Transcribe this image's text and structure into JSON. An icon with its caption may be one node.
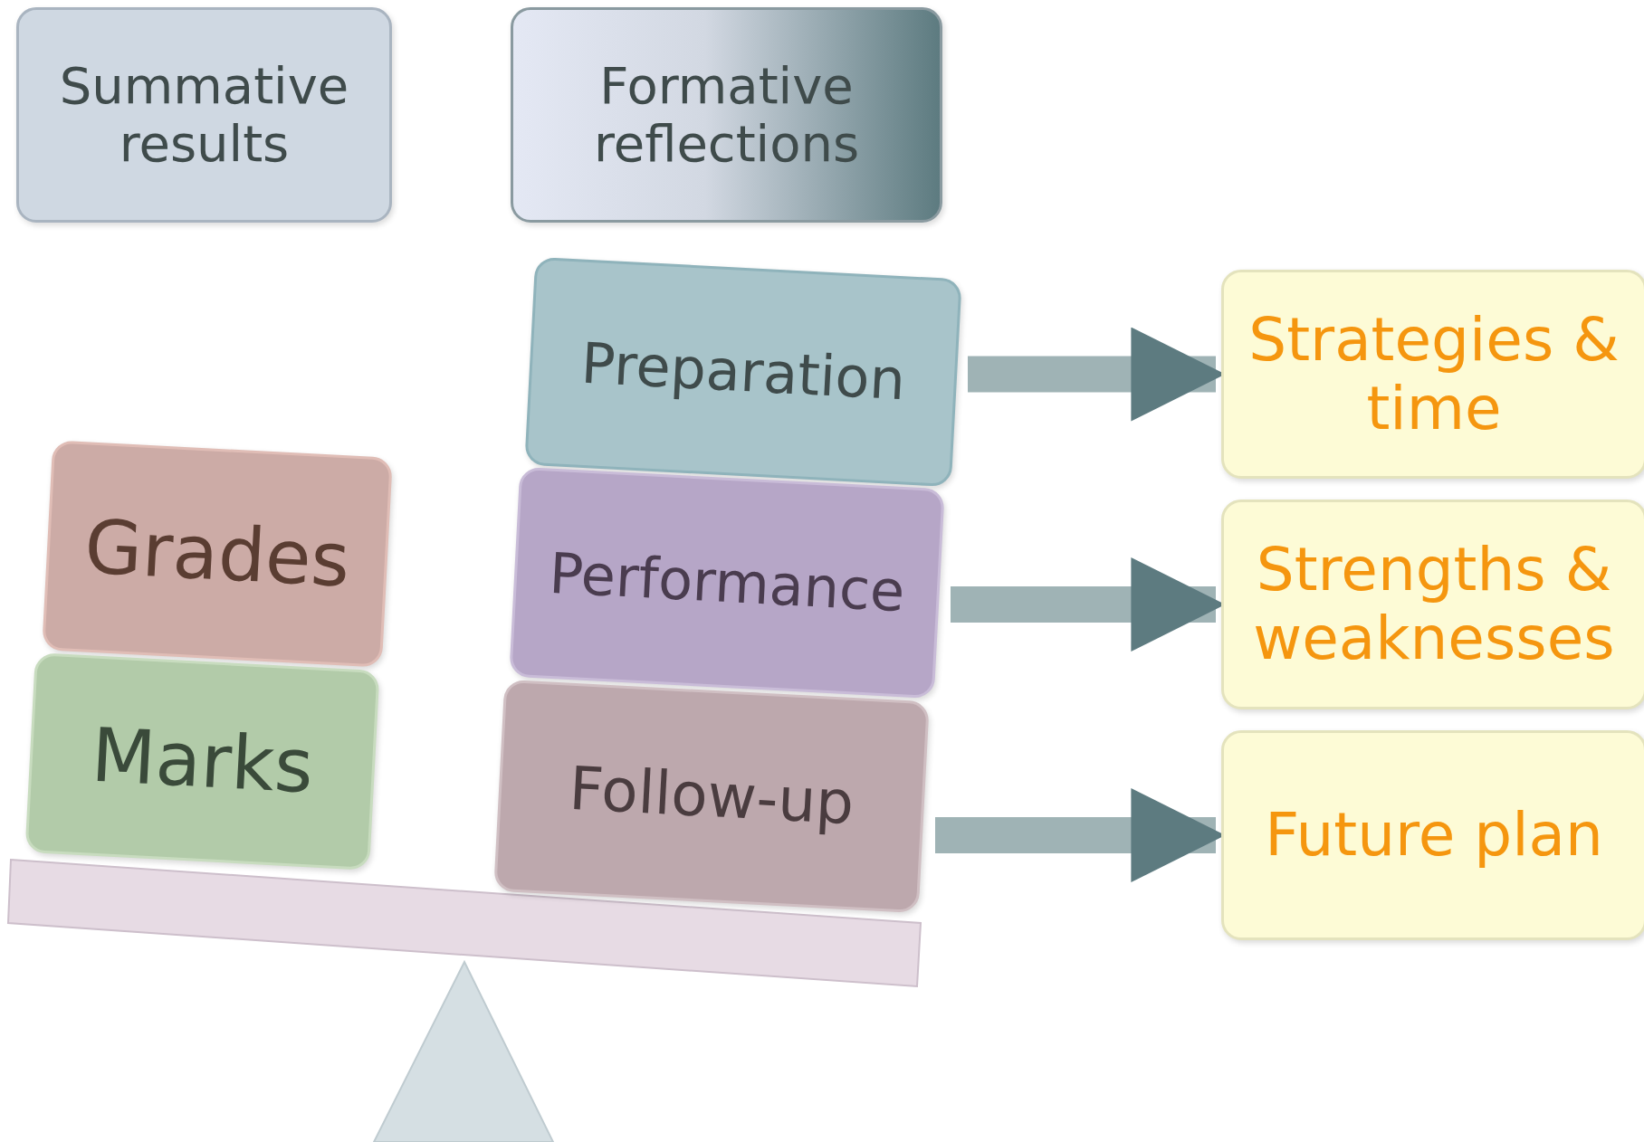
{
  "diagram": {
    "nodes": [
      {
        "text": [
          "Summative results"
        ]
      },
      {
        "text": [
          "Formative reflections"
        ]
      },
      {
        "text": [
          "Preparation"
        ]
      },
      {
        "text": [
          "Strategies & time"
        ]
      },
      {
        "text": [
          "Grades"
        ]
      },
      {
        "text": [
          "Performance"
        ]
      },
      {
        "text": [
          "Strengths & weaknesses"
        ]
      },
      {
        "text": [
          "Marks"
        ]
      },
      {
        "text": [
          "Follow-up"
        ]
      },
      {
        "text": [
          "Future plan"
        ]
      }
    ],
    "edges": [
      {
        "from": 2,
        "to": 3,
        "arrow": "to"
      },
      {
        "from": 5,
        "to": 6,
        "arrow": "to"
      },
      {
        "from": 8,
        "to": 9,
        "arrow": "to"
      }
    ]
  }
}
